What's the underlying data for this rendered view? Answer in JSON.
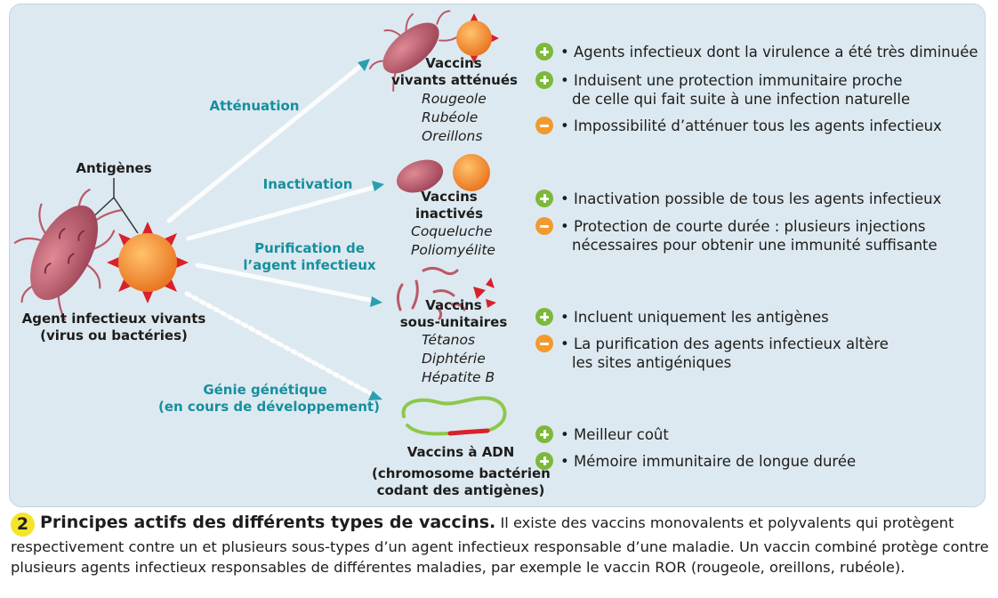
{
  "diagram": {
    "source": {
      "antigen_label": "Antigènes",
      "caption_line1": "Agent infectieux vivants",
      "caption_line2": "(virus ou bactéries)"
    },
    "arrows": [
      {
        "label_line1": "Atténuation",
        "label_line2": ""
      },
      {
        "label_line1": "Inactivation",
        "label_line2": ""
      },
      {
        "label_line1": "Purification de",
        "label_line2": "l’agent infectieux"
      },
      {
        "label_line1": "Génie génétique",
        "label_line2": "(en cours de développement)"
      }
    ],
    "vaccines": [
      {
        "name_line1": "Vaccins",
        "name_line2": "vivants atténués",
        "examples": [
          "Rougeole",
          "Rubéole",
          "Oreillons"
        ],
        "points": [
          {
            "sign": "plus",
            "lines": [
              "• Agents infectieux dont la virulence a été très diminuée"
            ]
          },
          {
            "sign": "plus",
            "lines": [
              "• Induisent une protection immunitaire proche",
              "de celle qui fait suite à une infection naturelle"
            ]
          },
          {
            "sign": "minus",
            "lines": [
              "• Impossibilité d’atténuer tous les agents infectieux"
            ]
          }
        ]
      },
      {
        "name_line1": "Vaccins",
        "name_line2": "inactivés",
        "examples": [
          "Coqueluche",
          "Poliomyélite"
        ],
        "points": [
          {
            "sign": "plus",
            "lines": [
              "• Inactivation possible de tous les agents infectieux"
            ]
          },
          {
            "sign": "minus",
            "lines": [
              "• Protection de courte durée : plusieurs injections",
              "nécessaires pour obtenir une immunité suffisante"
            ]
          }
        ]
      },
      {
        "name_line1": "Vaccins",
        "name_line2": "sous-unitaires",
        "examples": [
          "Tétanos",
          "Diphtérie",
          "Hépatite B"
        ],
        "points": [
          {
            "sign": "plus",
            "lines": [
              "• Incluent uniquement les antigènes"
            ]
          },
          {
            "sign": "minus",
            "lines": [
              "• La purification des agents infectieux altère",
              "les sites antigéniques"
            ]
          }
        ]
      },
      {
        "name_line1": "Vaccins à ADN",
        "name_line2": "",
        "note_line1": "(chromosome bactérien",
        "note_line2": "codant des antigènes)",
        "examples": [],
        "points": [
          {
            "sign": "plus",
            "lines": [
              "• Meilleur coût"
            ]
          },
          {
            "sign": "plus",
            "lines": [
              "• Mémoire immunitaire de longue durée"
            ]
          }
        ]
      }
    ]
  },
  "caption": {
    "number": "2",
    "title": "Principes actifs des différents types de vaccins.",
    "text": " Il existe des vaccins monovalents et polyvalents qui protègent respectivement contre un et plusieurs sous-types d’un agent infectieux responsable d’une maladie. Un vaccin combiné protège contre plusieurs agents infectieux responsables de différentes maladies, par exemple le vaccin ROR (rougeole, oreillons, rubéole)."
  },
  "colors": {
    "panel": "#dde9f0",
    "teal_label": "#168f9e",
    "bacterium": "#b85a6a",
    "virus": "#f08a2a",
    "plus": "#7cb83a",
    "minus": "#f29a2e",
    "caption_badge": "#f4e52b"
  }
}
